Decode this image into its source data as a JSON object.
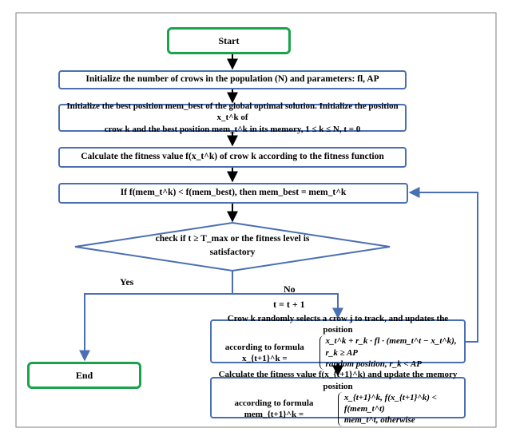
{
  "nodes": {
    "start": "Start",
    "init1": "Initialize the number of crows in the population (N) and parameters: fl, AP",
    "init2_a": "Initialize the best position mem_best of the global optimal solution.  Initialize the position x_t^k of",
    "init2_b": "crow  k and the best position mem_t^k in its memory, 1 ≤ k ≤ N, t = 0",
    "fitness": "Calculate the fitness value f(x_t^k) of crow k according to the fitness function",
    "update_best": "If f(mem_t^k) < f(mem_best), then mem_best = mem_t^k",
    "check_a": "check if  t ≥ T_max or the fitness level is",
    "check_b": "satisfactory",
    "track_a": "Crow k randomly selects a crow j to track, and updates the position",
    "track_prefix": "according to formula x_{t+1}^k =",
    "track_case1": "x_t^k + r_k · fl · (mem_t^t − x_t^k), r_k ≥ AP",
    "track_case2": "random position,          r_k < AP",
    "mem_a": "Calculate the fitness value f(x_{t+1}^k) and update the memory position",
    "mem_prefix": "according to formula mem_{t+1}^k =",
    "mem_case1": "x_{t+1}^k, f(x_{t+1}^k) < f(mem_t^t)",
    "mem_case2": "mem_t^t,          otherwise",
    "end": "End"
  },
  "labels": {
    "yes": "Yes",
    "no": "No",
    "increment": "t = t + 1"
  }
}
